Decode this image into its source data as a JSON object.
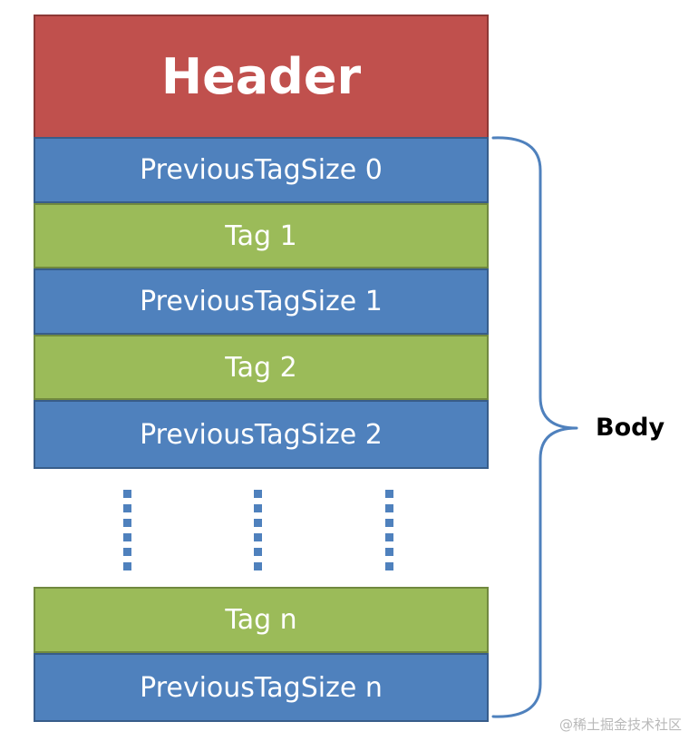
{
  "header": {
    "label": "Header"
  },
  "blocks": [
    {
      "label": "PreviousTagSize 0",
      "kind": "prev-size"
    },
    {
      "label": "Tag 1",
      "kind": "tag"
    },
    {
      "label": "PreviousTagSize 1",
      "kind": "prev-size"
    },
    {
      "label": "Tag 2",
      "kind": "tag"
    },
    {
      "label": "PreviousTagSize 2",
      "kind": "prev-size"
    }
  ],
  "tail_blocks": [
    {
      "label": "Tag n",
      "kind": "tag"
    },
    {
      "label": "PreviousTagSize n",
      "kind": "prev-size"
    }
  ],
  "body_label": "Body",
  "watermark": "@稀土掘金技术社区",
  "colors": {
    "header": "#c0504d",
    "prev_size": "#4f81bd",
    "tag": "#9bbb59"
  }
}
